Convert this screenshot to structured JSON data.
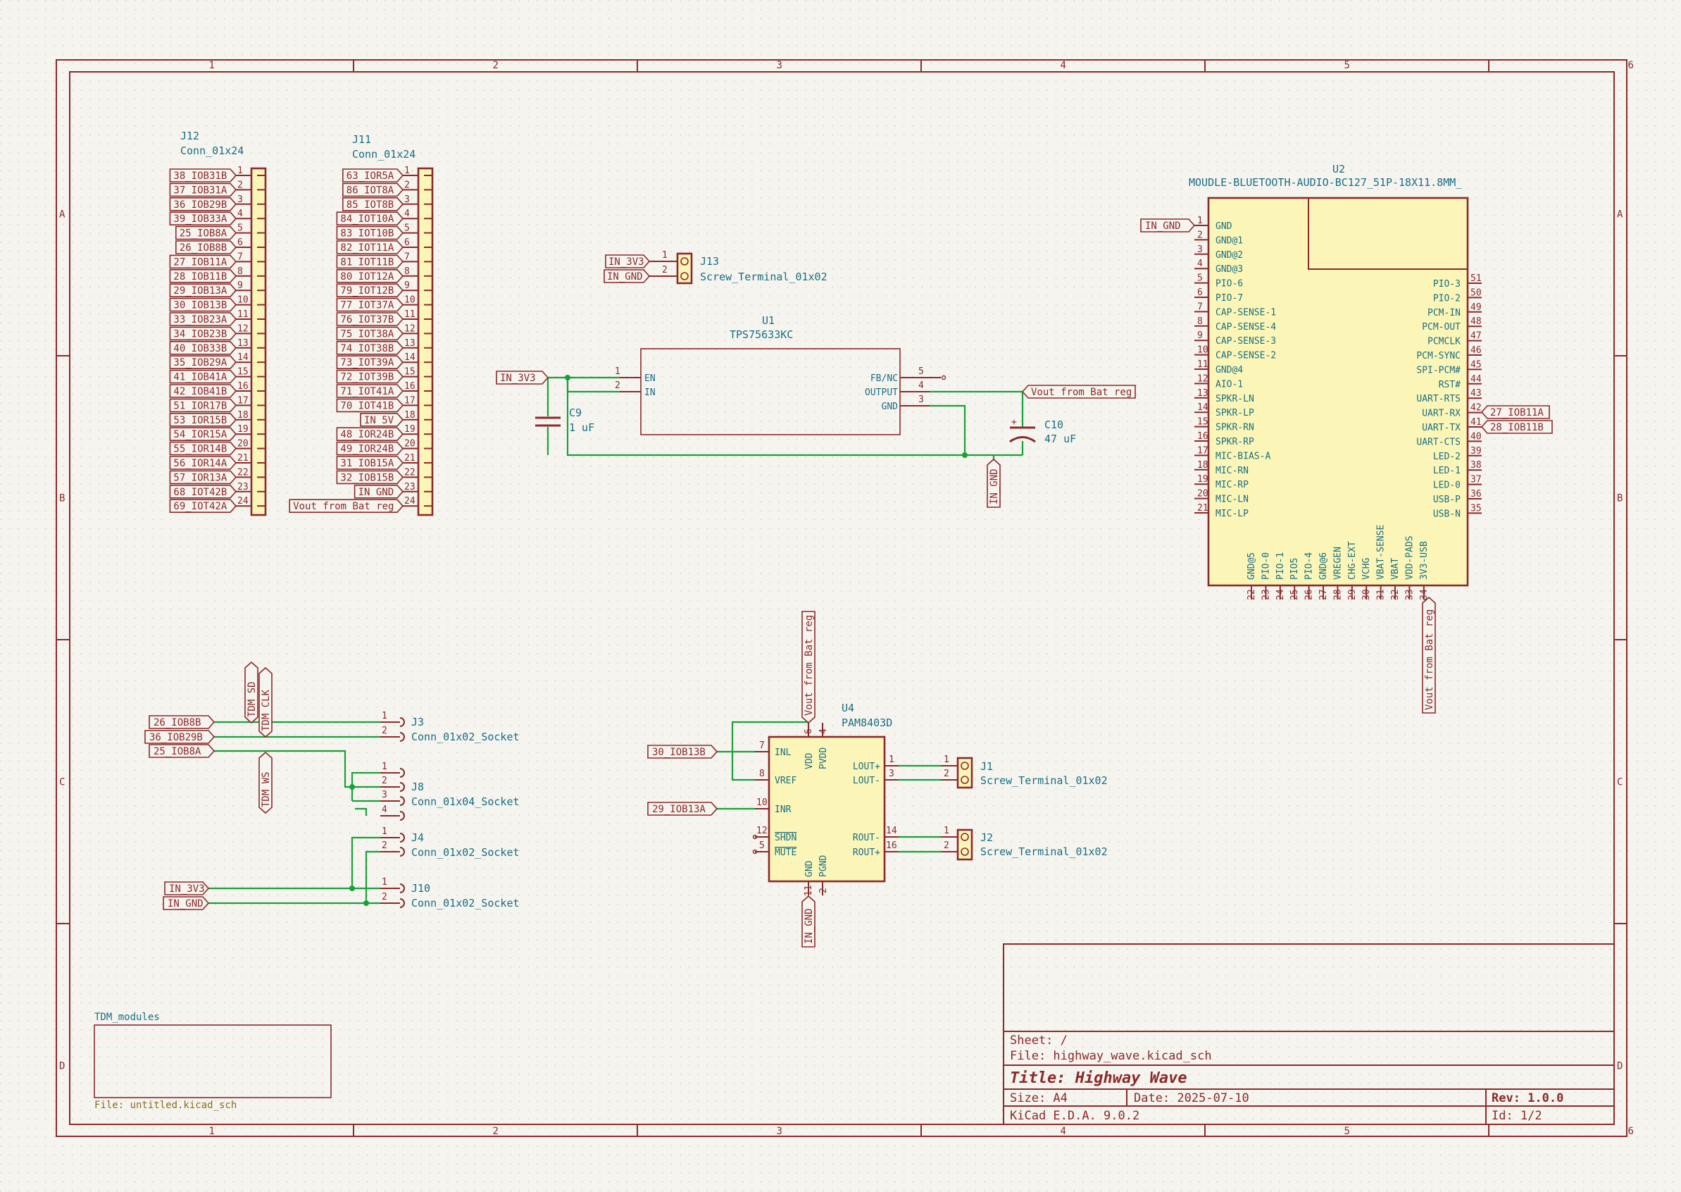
{
  "frame": {
    "columns": [
      "1",
      "2",
      "3",
      "4",
      "5",
      "6"
    ],
    "rows": [
      "A",
      "B",
      "C",
      "D"
    ]
  },
  "title_block": {
    "sheet": "Sheet: /",
    "file": "File: highway_wave.kicad_sch",
    "title": "Title: Highway Wave",
    "size": "Size: A4",
    "date": "Date: 2025-07-10",
    "rev": "Rev: 1.0.0",
    "tool": "KiCad E.D.A. 9.0.2",
    "id": "Id: 1/2"
  },
  "hier_sheet": {
    "name": "TDM_modules",
    "file": "File: untitled.kicad_sch"
  },
  "j12": {
    "ref": "J12",
    "value": "Conn_01x24",
    "labels": [
      "38_IOB31B",
      "37_IOB31A",
      "36_IOB29B",
      "39_IOB33A",
      "25_IOB8A",
      "26_IOB8B",
      "27_IOB11A",
      "28_IOB11B",
      "29_IOB13A",
      "30_IOB13B",
      "33_IOB23A",
      "34_IOB23B",
      "40_IOB33B",
      "35_IOB29A",
      "41_IOB41A",
      "42_IOB41B",
      "51_IOR17B",
      "53_IOR15B",
      "54_IOR15A",
      "55_IOR14B",
      "56_IOR14A",
      "57_IOR13A",
      "68_IOT42B",
      "69_IOT42A"
    ]
  },
  "j11": {
    "ref": "J11",
    "value": "Conn_01x24",
    "labels": [
      "63_IOR5A",
      "86_IOT8A",
      "85_IOT8B",
      "84_IOT10A",
      "83_IOT10B",
      "82_IOT11A",
      "81_IOT11B",
      "80_IOT12A",
      "79_IOT12B",
      "77_IOT37A",
      "76_IOT37B",
      "75_IOT38A",
      "74_IOT38B",
      "73_IOT39A",
      "72_IOT39B",
      "71_IOT41A",
      "70_IOT41B",
      "IN_5V",
      "",
      "48_IOR24B",
      "49_IOR24B",
      "31_IOB15A",
      "32_IOB15B",
      "IN_GND",
      "Vout from Bat reg"
    ]
  },
  "pin_numbers_24": [
    "1",
    "2",
    "3",
    "4",
    "5",
    "6",
    "7",
    "8",
    "9",
    "10",
    "11",
    "12",
    "13",
    "14",
    "15",
    "16",
    "17",
    "18",
    "19",
    "20",
    "21",
    "22",
    "23",
    "24"
  ],
  "j13": {
    "ref": "J13",
    "value": "Screw_Terminal_01x02",
    "pins": [
      "1",
      "2"
    ],
    "labels": [
      "IN_3V3",
      "IN_GND"
    ]
  },
  "u1": {
    "ref": "U1",
    "value": "TPS75633KC",
    "pins_left": [
      {
        "num": "1",
        "name": "EN"
      },
      {
        "num": "2",
        "name": "IN"
      }
    ],
    "pins_right": [
      {
        "num": "5",
        "name": "FB/NC"
      },
      {
        "num": "4",
        "name": "OUTPUT"
      },
      {
        "num": "3",
        "name": "GND"
      }
    ],
    "in_label": "IN_3V3",
    "out_label": "Vout from Bat reg",
    "gnd_label": "IN_GND"
  },
  "c9": {
    "ref": "C9",
    "value": "1 uF"
  },
  "c10": {
    "ref": "C10",
    "value": "47 uF",
    "plus": "+"
  },
  "u2": {
    "ref": "U2",
    "value": "MOUDLE-BLUETOOTH-AUDIO-BC127_51P-18X11.8MM_",
    "gnd_label": "IN_GND",
    "left": [
      {
        "num": "1",
        "name": "GND"
      },
      {
        "num": "2",
        "name": "GND@1"
      },
      {
        "num": "3",
        "name": "GND@2"
      },
      {
        "num": "4",
        "name": "GND@3"
      },
      {
        "num": "5",
        "name": "PIO-6"
      },
      {
        "num": "6",
        "name": "PIO-7"
      },
      {
        "num": "7",
        "name": "CAP-SENSE-1"
      },
      {
        "num": "8",
        "name": "CAP-SENSE-4"
      },
      {
        "num": "9",
        "name": "CAP-SENSE-3"
      },
      {
        "num": "10",
        "name": "CAP-SENSE-2"
      },
      {
        "num": "11",
        "name": "GND@4"
      },
      {
        "num": "12",
        "name": "AIO-1"
      },
      {
        "num": "13",
        "name": "SPKR-LN"
      },
      {
        "num": "14",
        "name": "SPKR-LP"
      },
      {
        "num": "15",
        "name": "SPKR-RN"
      },
      {
        "num": "16",
        "name": "SPKR-RP"
      },
      {
        "num": "17",
        "name": "MIC-BIAS-A"
      },
      {
        "num": "18",
        "name": "MIC-RN"
      },
      {
        "num": "19",
        "name": "MIC-RP"
      },
      {
        "num": "20",
        "name": "MIC-LN"
      },
      {
        "num": "21",
        "name": "MIC-LP"
      }
    ],
    "right": [
      {
        "num": "51",
        "name": "PIO-3"
      },
      {
        "num": "50",
        "name": "PIO-2"
      },
      {
        "num": "49",
        "name": "PCM-IN"
      },
      {
        "num": "48",
        "name": "PCM-OUT"
      },
      {
        "num": "47",
        "name": "PCMCLK"
      },
      {
        "num": "46",
        "name": "PCM-SYNC"
      },
      {
        "num": "45",
        "name": "SPI-PCM#"
      },
      {
        "num": "44",
        "name": "RST#"
      },
      {
        "num": "43",
        "name": "UART-RTS"
      },
      {
        "num": "42",
        "name": "UART-RX"
      },
      {
        "num": "41",
        "name": "UART-TX"
      },
      {
        "num": "40",
        "name": "UART-CTS"
      },
      {
        "num": "39",
        "name": "LED-2"
      },
      {
        "num": "38",
        "name": "LED-1"
      },
      {
        "num": "37",
        "name": "LED-0"
      },
      {
        "num": "36",
        "name": "USB-P"
      },
      {
        "num": "35",
        "name": "USB-N"
      }
    ],
    "bottom": [
      {
        "num": "22",
        "name": "GND@5"
      },
      {
        "num": "23",
        "name": "PIO-0"
      },
      {
        "num": "24",
        "name": "PIO-1"
      },
      {
        "num": "25",
        "name": "PIO5"
      },
      {
        "num": "26",
        "name": "PIO-4"
      },
      {
        "num": "27",
        "name": "GND@6"
      },
      {
        "num": "28",
        "name": "VREGEN"
      },
      {
        "num": "29",
        "name": "CHG-EXT"
      },
      {
        "num": "30",
        "name": "VCHG"
      },
      {
        "num": "31",
        "name": "VBAT-SENSE"
      },
      {
        "num": "32",
        "name": "VBAT"
      },
      {
        "num": "33",
        "name": "VDD-PADS"
      },
      {
        "num": "34",
        "name": "3V3-USB"
      }
    ],
    "rx_label": "27_IOB11A",
    "tx_label": "28_IOB11B",
    "vdd_label": "Vout from Bat reg"
  },
  "u4": {
    "ref": "U4",
    "value": "PAM8403D",
    "left": [
      {
        "num": "7",
        "name": "INL"
      },
      {
        "num": "8",
        "name": "VREF"
      },
      {
        "num": "10",
        "name": "INR"
      },
      {
        "num": "12",
        "name": "SHDN"
      },
      {
        "num": "5",
        "name": "MUTE"
      }
    ],
    "right": [
      {
        "num": "1",
        "name": "LOUT+"
      },
      {
        "num": "3",
        "name": "LOUT-"
      },
      {
        "num": "14",
        "name": "ROUT-"
      },
      {
        "num": "16",
        "name": "ROUT+"
      }
    ],
    "top": [
      {
        "num": "6",
        "name": "VDD"
      },
      {
        "num": "4",
        "name": "PVDD"
      }
    ],
    "bottom": [
      {
        "num": "11",
        "name": "GND"
      },
      {
        "num": "2",
        "name": "PGND"
      }
    ],
    "vdd_label": "Vout from Bat reg",
    "gnd_label": "IN_GND",
    "inl_label": "30_IOB13B",
    "inr_label": "29_IOB13A"
  },
  "j1": {
    "ref": "J1",
    "value": "Screw_Terminal_01x02",
    "pins": [
      "1",
      "2"
    ]
  },
  "j2": {
    "ref": "J2",
    "value": "Screw_Terminal_01x02",
    "pins": [
      "1",
      "2"
    ]
  },
  "j3": {
    "ref": "J3",
    "value": "Conn_01x02_Socket",
    "pins": [
      "1",
      "2"
    ]
  },
  "j8": {
    "ref": "J8",
    "value": "Conn_01x04_Socket",
    "pins": [
      "1",
      "2",
      "3",
      "4"
    ]
  },
  "j4": {
    "ref": "J4",
    "value": "Conn_01x02_Socket",
    "pins": [
      "1",
      "2"
    ]
  },
  "j10": {
    "ref": "J10",
    "value": "Conn_01x02_Socket",
    "pins": [
      "1",
      "2"
    ]
  },
  "tdm": {
    "labels": [
      "26_IOB8B",
      "36_IOB29B",
      "25_IOB8A"
    ],
    "vlabels": [
      "TDM SD",
      "TDM CLK",
      "TDM WS"
    ],
    "power": [
      "IN_3V3",
      "IN_GND"
    ]
  },
  "colors": {
    "frame": "#8b2a2a",
    "wire": "#1aa03a",
    "text": "#1a6e82",
    "body_fill": "#fbf6b8",
    "background": "#f5f4ef"
  }
}
